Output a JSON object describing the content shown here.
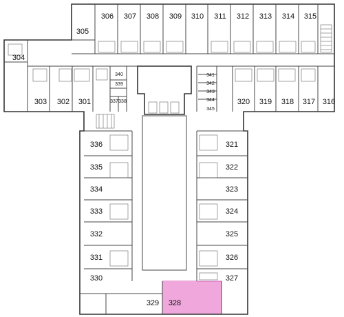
{
  "colors": {
    "highlight_fill": "#f0a8dc",
    "highlight_stroke": "#d46bbd",
    "wall": "#333333",
    "background": "#ffffff"
  },
  "highlighted_room": "328",
  "rooms": {
    "r304": "304",
    "r305": "305",
    "r306": "306",
    "r307": "307",
    "r308": "308",
    "r309": "309",
    "r310": "310",
    "r311": "311",
    "r312": "312",
    "r313": "313",
    "r314": "314",
    "r315": "315",
    "r303": "303",
    "r302": "302",
    "r301": "301",
    "r340": "340",
    "r339": "339",
    "r337": "337",
    "r338": "338",
    "r341": "341",
    "r342": "342",
    "r343": "343",
    "r344": "344",
    "r345": "345",
    "r320": "320",
    "r319": "319",
    "r318": "318",
    "r317": "317",
    "r316": "316",
    "r336": "336",
    "r335": "335",
    "r334": "334",
    "r333": "333",
    "r332": "332",
    "r331": "331",
    "r330": "330",
    "r329": "329",
    "r328": "328",
    "r321": "321",
    "r322": "322",
    "r323": "323",
    "r324": "324",
    "r325": "325",
    "r326": "326",
    "r327": "327"
  }
}
